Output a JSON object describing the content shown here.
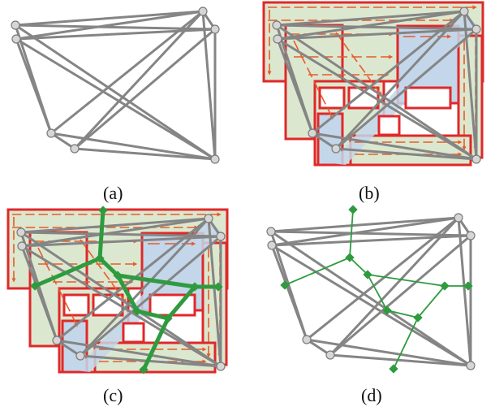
{
  "panels": [
    {
      "id": "a",
      "label": "(a)"
    },
    {
      "id": "b",
      "label": "(b)"
    },
    {
      "id": "c",
      "label": "(c)"
    },
    {
      "id": "d",
      "label": "(d)"
    }
  ],
  "colors": {
    "graph_edge": "#858585",
    "node_fill": "#d6d6d6",
    "node_stroke": "#7a7a7a",
    "region_border": "#e0282a",
    "region_fill_green": "#dbe8cf",
    "region_fill_blue": "#c3d6ea",
    "flow_arrow": "#e85a2a",
    "dual_edge": "#2e9b3e",
    "dual_node": "#2e9b3e"
  }
}
